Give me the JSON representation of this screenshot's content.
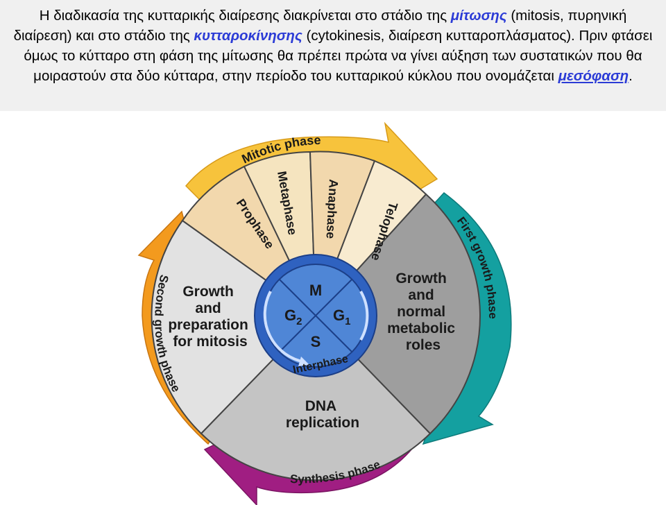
{
  "paragraph": {
    "s1": "Η διαδικασία της κυτταρικής διαίρεσης διακρίνεται στο στάδιο της ",
    "mitosis_term": "μίτωσης",
    "s2": " (mitosis, πυρηνική διαίρεση) και στο στάδιο της ",
    "cytokinesis_term": "κυτταροκίνησης",
    "s3": " (cytokinesis, διαίρεση κυτταροπλάσματος). Πριν φτάσει όμως το κύτταρο στη φάση της μίτωσης θα πρέπει πρώτα να γίνει αύξηση των συστατικών που θα μοιραστούν στα δύο κύτταρα, στην περίοδο του κυτταρικού κύκλου που ονομάζεται ",
    "interphase_term": "μεσόφαση",
    "s4": "."
  },
  "diagram": {
    "mitotic_phase": "Mitotic phase",
    "prophase": "Prophase",
    "metaphase": "Metaphase",
    "anaphase": "Anaphase",
    "telophase": "Telophase",
    "first_growth_phase": "First growth phase",
    "second_growth_phase": "Second growth phase",
    "synthesis_phase": "Synthesis phase",
    "g2_text": [
      "Growth",
      "and",
      "preparation",
      "for mitosis"
    ],
    "g1_text": [
      "Growth",
      "and",
      "normal",
      "metabolic",
      "roles"
    ],
    "s_text": [
      "DNA",
      "replication"
    ],
    "center": {
      "m": "M",
      "g2": "G",
      "g2_sub": "2",
      "g1": "G",
      "g1_sub": "1",
      "s": "S",
      "interphase": "Interphase"
    },
    "colors": {
      "text_highlight": "#2b3bd6",
      "mitotic_arrow": "#f7c33c",
      "first_growth_arrow": "#14a0a0",
      "second_growth_arrow": "#f39a1e",
      "synthesis_arrow": "#a01e82",
      "inner_circle": "#4f86d6",
      "inner_ring": "#2f62c0"
    }
  }
}
